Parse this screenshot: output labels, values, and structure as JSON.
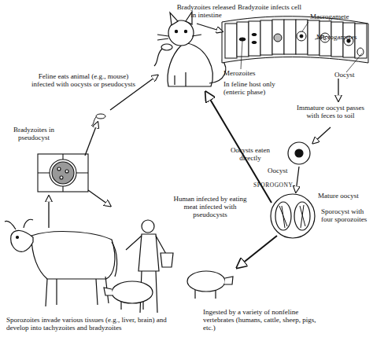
{
  "diagram": {
    "labels": [
      "Bradyzoites released in intestine",
      "Bradyzoite infects cell",
      "Macrogamete",
      "Microgametes",
      "Merozoites",
      "In feline host only (enteric phase)",
      "Oocyst",
      "Feline eats animal (e.g., mouse) infected with oocysts or pseudocysts",
      "Immature oocyst passes with feces to soil",
      "Oocyst",
      "SPOROGONY",
      "Oocysts eaten directly",
      "Bradyzoites in pseudocyst",
      "Mature oocyst",
      "Sporocyst with four sporozoites",
      "Human infected by eating meat infected with pseudocysts",
      "Ingested by a variety of nonfeline vertebrates (humans, cattle, sheep, pigs, etc.)",
      "Sporozoites invade various tissues (e.g., liver, brain) and develop into tachyzoites and bradyzoites"
    ]
  }
}
